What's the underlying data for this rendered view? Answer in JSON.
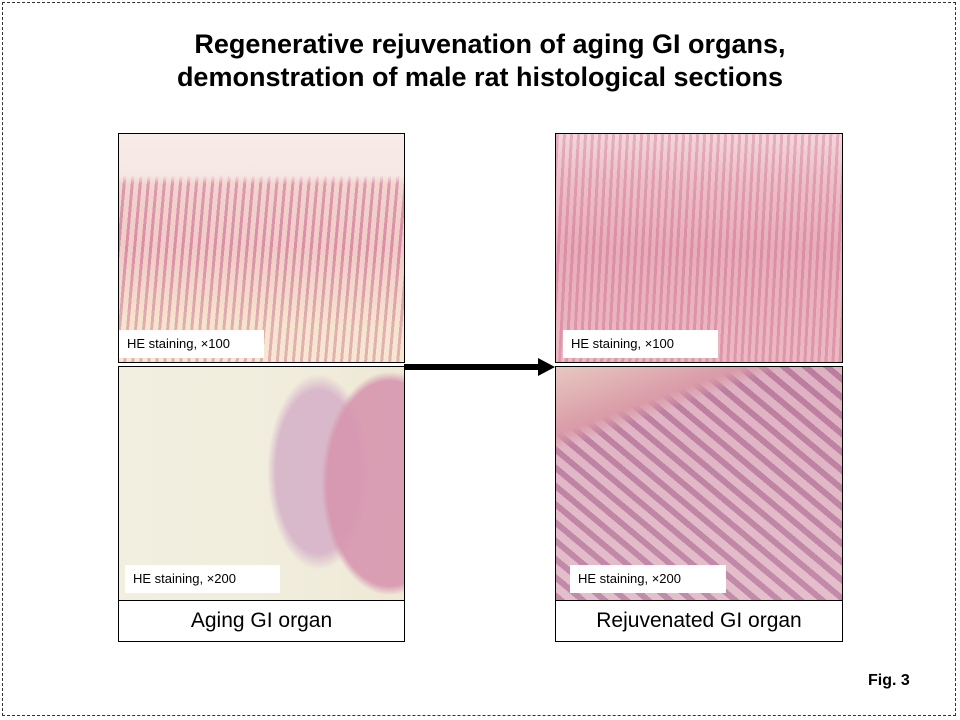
{
  "title_line1": "Regenerative rejuvenation of aging GI organs,",
  "title_line2": "demonstration of male rat histological sections",
  "left_panel": {
    "top_label": "HE staining, ×100",
    "bottom_label": "HE staining, ×200",
    "caption": "Aging GI organ"
  },
  "right_panel": {
    "top_label": "HE staining, ×100",
    "bottom_label": "HE staining, ×200",
    "caption": "Rejuvenated GI organ"
  },
  "figure_label": "Fig. 3"
}
